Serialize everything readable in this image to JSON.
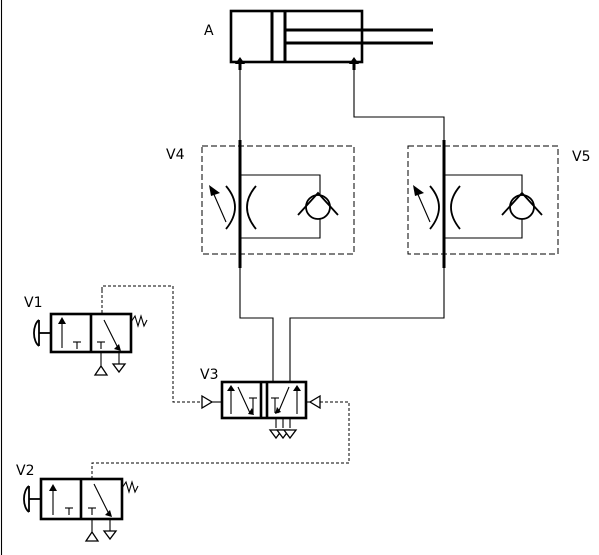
{
  "labels": {
    "cylinder": "A",
    "flow_valve_left": "V4",
    "flow_valve_right": "V5",
    "push_valve_1": "V1",
    "push_valve_2": "V2",
    "main_valve": "V3"
  }
}
